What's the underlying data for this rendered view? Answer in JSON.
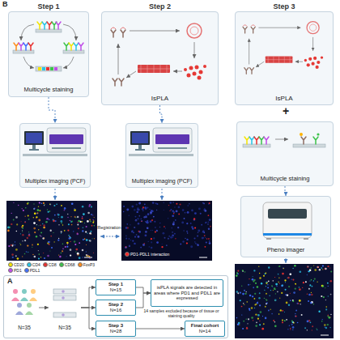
{
  "diagram": {
    "nodes": [
      {
        "text": [
          "Step 1",
          "Multicycle staining"
        ]
      },
      {
        "text": [
          "Step 2",
          "IsPLA"
        ]
      },
      {
        "text": [
          "Step 3",
          "IsPLA"
        ]
      },
      {
        "text": [
          "Multiplex imaging (PCF)"
        ]
      },
      {
        "text": [
          "Multiplex imaging (PCF)"
        ]
      },
      {
        "text": [
          "Multicycle staining"
        ]
      },
      {
        "text": [
          "Pheno imager"
        ]
      },
      {
        "text": [
          "A"
        ]
      },
      {
        "text": [
          "N=35"
        ],
        "in": 7
      },
      {
        "text": [
          "N=35"
        ],
        "in": 7
      },
      {
        "text": [
          "Step 1",
          "N=15"
        ],
        "in": 7
      },
      {
        "text": [
          "Step 2",
          "N=16"
        ],
        "in": 7
      },
      {
        "text": [
          "isPLA signals are detected in areas where PD1 and PDL1 are expressed"
        ],
        "in": 7
      },
      {
        "text": [
          "Step 3",
          "N=28"
        ],
        "in": 7
      },
      {
        "text": [
          "Final cohort",
          "N=14"
        ],
        "in": 7
      }
    ],
    "edges": [
      {
        "from": 0,
        "to": 3,
        "arrow": "to"
      },
      {
        "from": 1,
        "to": 4,
        "arrow": "to"
      },
      {
        "from": 5,
        "to": 6,
        "arrow": "to"
      },
      {
        "from": 8,
        "to": 9,
        "arrow": "to"
      },
      {
        "from": 9,
        "to": 10,
        "arrow": "to"
      },
      {
        "from": 9,
        "to": 11,
        "arrow": "to"
      },
      {
        "from": 9,
        "to": 13,
        "arrow": "to"
      },
      {
        "from": 10,
        "to": 12,
        "arrow": "to"
      },
      {
        "from": 11,
        "to": 12,
        "arrow": "to"
      },
      {
        "from": 13,
        "to": 14,
        "label": "14 samples excluded because of tissue or staining quality",
        "arrow": "to"
      }
    ],
    "labels": [
      "B",
      "+",
      "Registration"
    ],
    "legend": [
      {
        "text": "CD20",
        "color": "#f5e400"
      },
      {
        "text": "CD4",
        "color": "#27c4e6"
      },
      {
        "text": "CD8",
        "color": "#e8312f"
      },
      {
        "text": "CD68",
        "color": "#3cc24a"
      },
      {
        "text": "FoxP3",
        "color": "#ff8c1a"
      },
      {
        "text": "PD1",
        "color": "#c04de8"
      },
      {
        "text": "PDL1",
        "color": "#3f6fff"
      },
      {
        "text": "PD1-PDL1 interaction",
        "color": "#ff2a2a"
      }
    ]
  }
}
